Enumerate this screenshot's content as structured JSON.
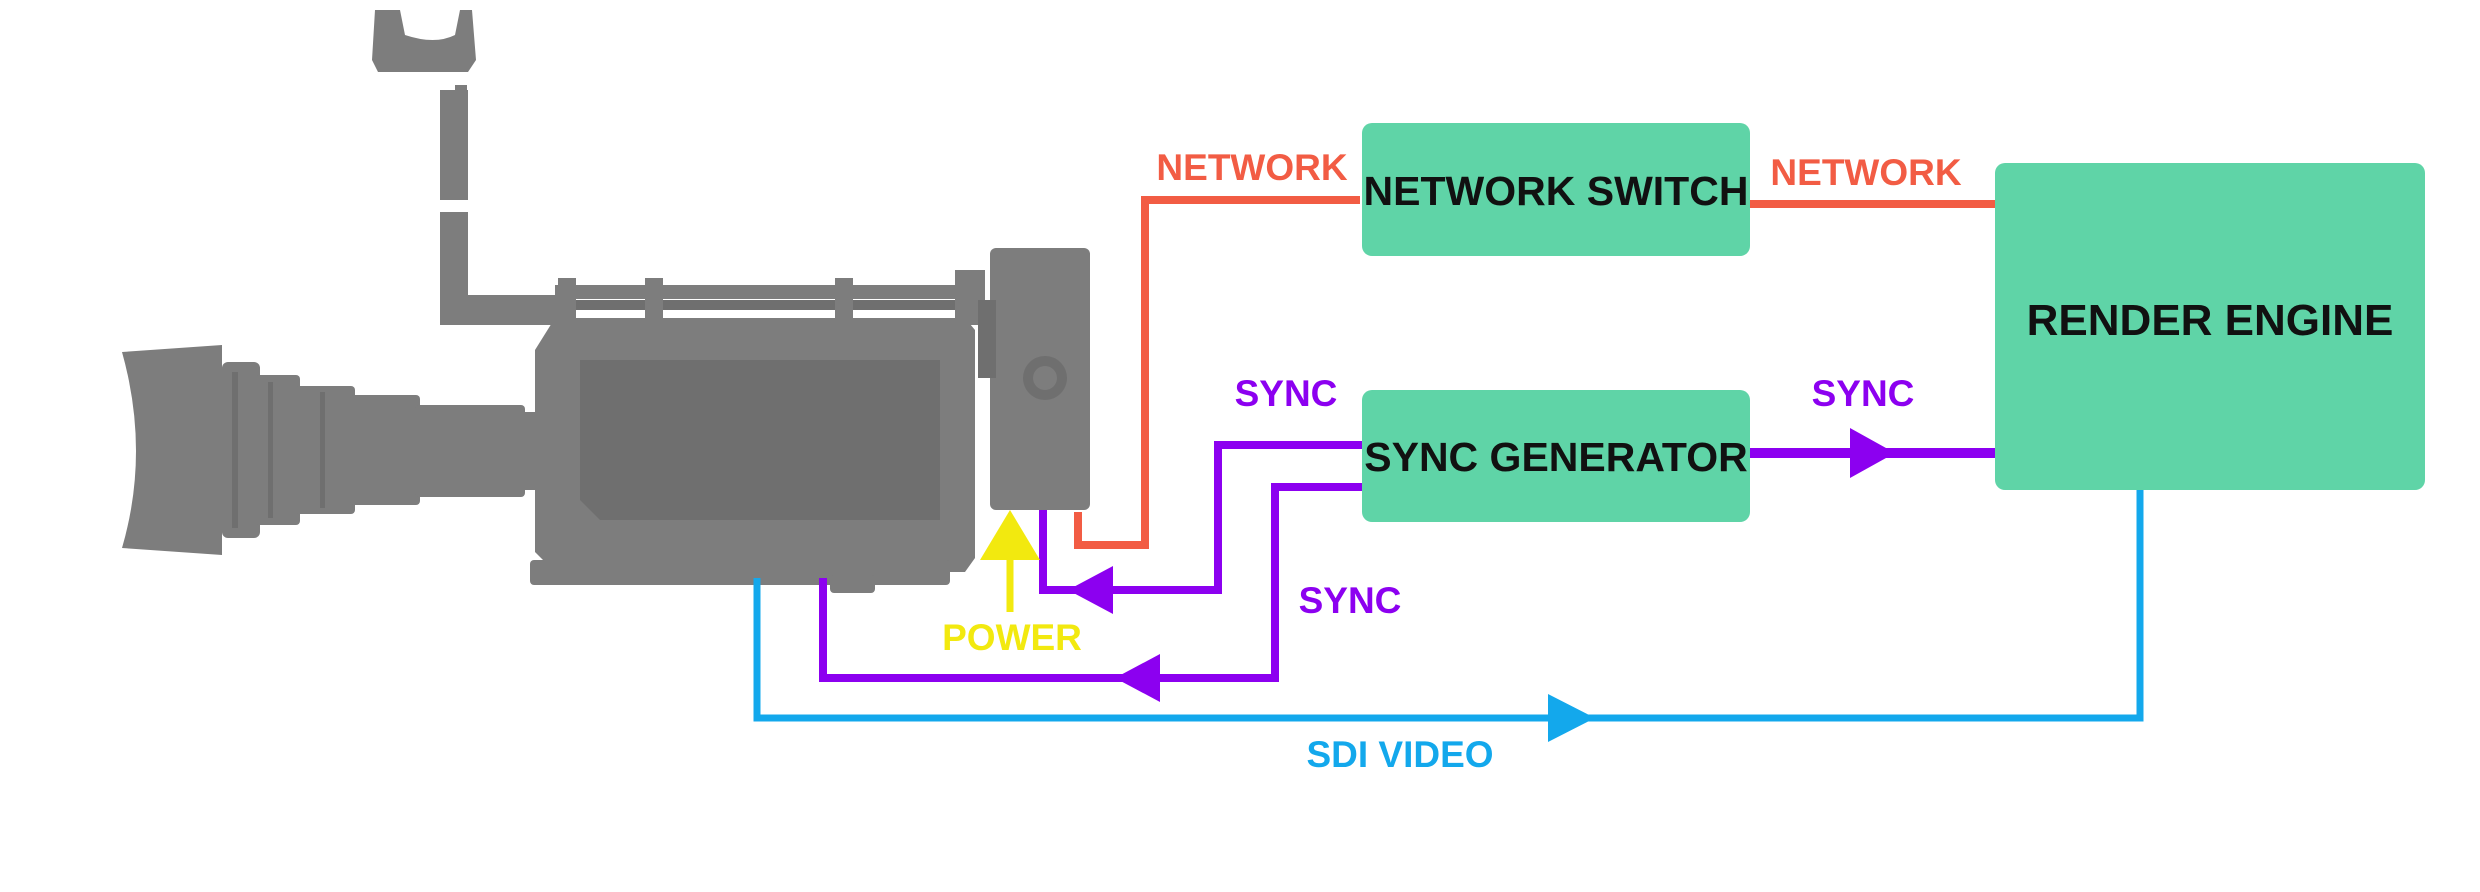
{
  "colors": {
    "network": "#f25c44",
    "sync": "#8c00f0",
    "sdi": "#13a8ec",
    "power": "#f2e90f",
    "box": "#5fd4a7",
    "camera": "#7d7d7d"
  },
  "boxes": {
    "network_switch": "NETWORK SWITCH",
    "sync_generator": "SYNC GENERATOR",
    "render_engine": "RENDER ENGINE"
  },
  "labels": {
    "network_left": "NETWORK",
    "network_right": "NETWORK",
    "sync_upper_left": "SYNC",
    "sync_right": "SYNC",
    "sync_lower": "SYNC",
    "power": "POWER",
    "sdi_video": "SDI VIDEO"
  },
  "icons": {
    "camera": "broadcast-camera-icon"
  }
}
